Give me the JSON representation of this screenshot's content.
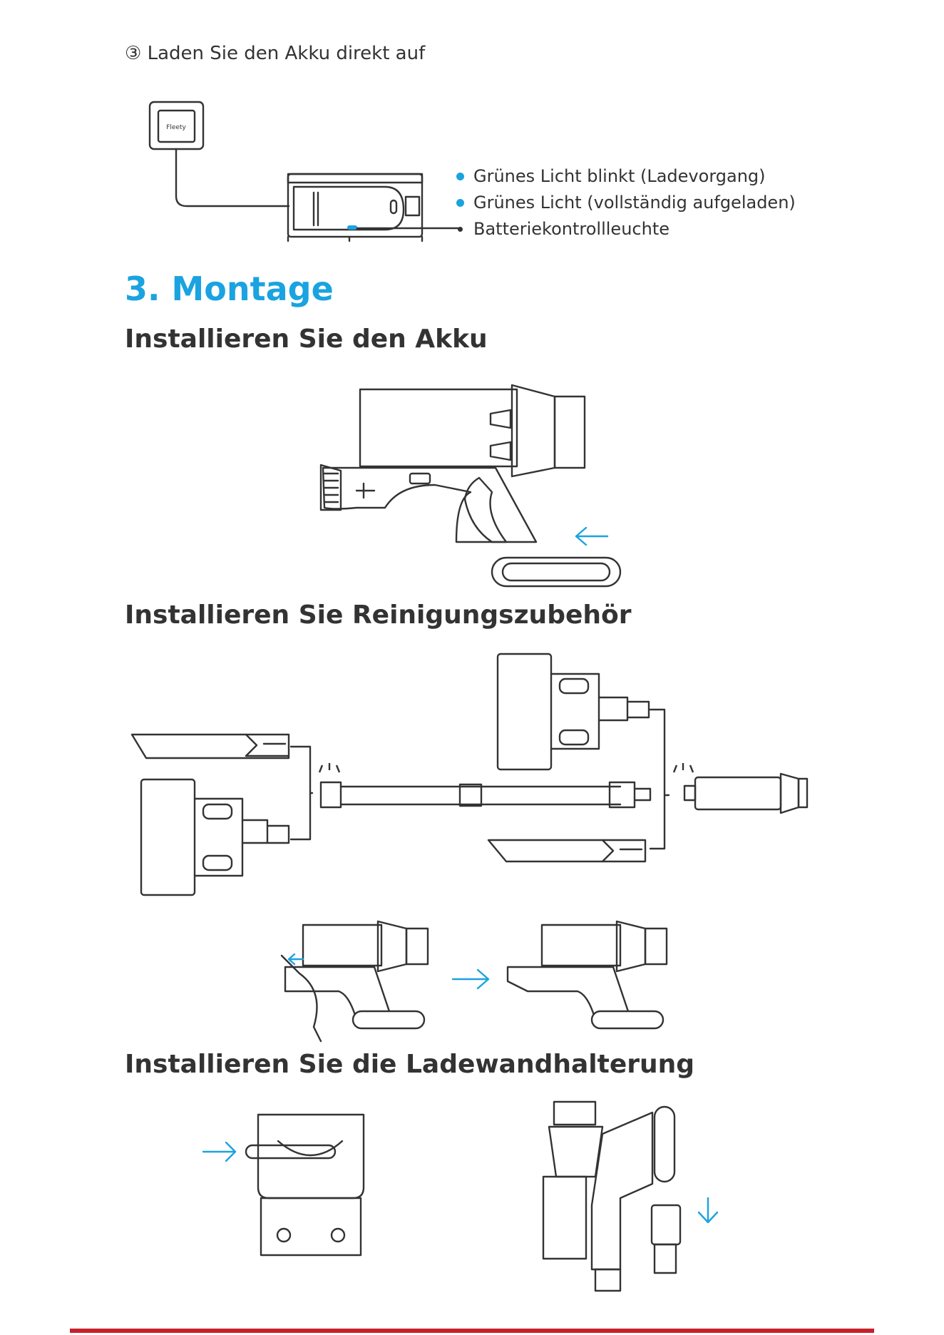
{
  "step": {
    "marker": "③",
    "title": "Laden Sie den Akku direkt auf"
  },
  "charger": {
    "brand_label": "Fleety"
  },
  "legend": [
    {
      "text": "Grünes Licht blinkt (Ladevorgang)",
      "marker": "blue-dot"
    },
    {
      "text": "Grünes Licht (vollständig aufgeladen)",
      "marker": "blue-dot"
    },
    {
      "text": "Batteriekontrollleuchte",
      "marker": "black-dot"
    }
  ],
  "section": {
    "title": "3. Montage"
  },
  "subsections": {
    "battery": "Installieren Sie den Akku",
    "accessories": "Installieren Sie Reinigungszubehör",
    "wallmount": "Installieren Sie die Ladewandhalterung"
  },
  "colors": {
    "accent": "#1aa3e0",
    "text": "#333333",
    "footer": "#c8202a"
  },
  "icons": [
    "arrow-left-icon",
    "arrow-right-icon",
    "arrow-down-icon",
    "click-icon"
  ]
}
